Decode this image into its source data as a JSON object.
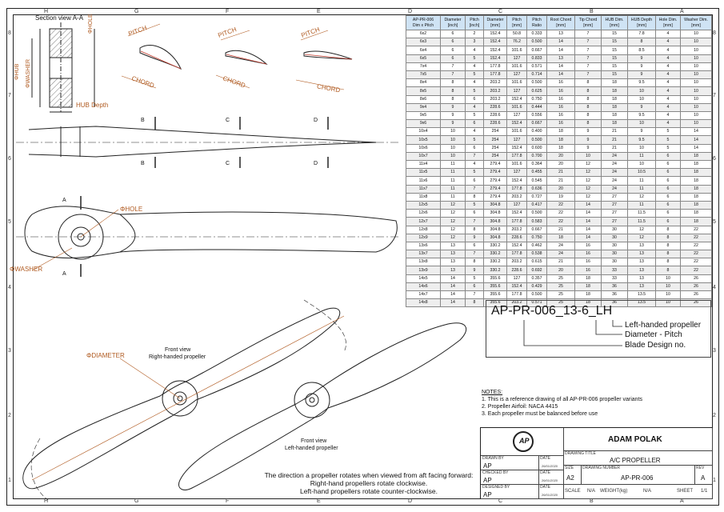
{
  "zones": {
    "top": [
      "H",
      "G",
      "F",
      "E",
      "D",
      "C",
      "B",
      "A"
    ],
    "bottom": [
      "H",
      "G",
      "F",
      "E",
      "D",
      "C",
      "B",
      "A"
    ],
    "left": [
      "8",
      "7",
      "6",
      "5",
      "4",
      "3",
      "2",
      "1"
    ],
    "right": [
      "8",
      "7",
      "6",
      "5",
      "4",
      "3",
      "2",
      "1"
    ]
  },
  "section": {
    "title": "Section view A-A",
    "hole": "ΦHOLE",
    "hub": "ΦHUB",
    "washer": "ΦWASHER",
    "hub_depth": "HUB Depth"
  },
  "airfoil": {
    "pitch": "PITCH",
    "chord": "CHORD"
  },
  "markers": {
    "a": "A",
    "b": "B",
    "c": "C",
    "d": "D"
  },
  "plan": {
    "hole": "ΦHOLE",
    "washer": "ΦWASHER"
  },
  "front": {
    "diameter": "ΦDIAMETER",
    "rh_line1": "Front view",
    "rh_line2": "Right-handed propeller",
    "lh_line1": "Front view",
    "lh_line2": "Left-handed propeller",
    "rotation_title": "The direction a propeller rotates when viewed from aft facing forward:",
    "rotation_rh": "Right-hand propellers rotate clockwise.",
    "rotation_lh": "Left-hand propellers rotate counter-clockwise."
  },
  "table": {
    "headers": [
      [
        "AP-PR-006",
        "Dim x Pitch"
      ],
      [
        "Diameter",
        "[inch]"
      ],
      [
        "Pitch",
        "[inch]"
      ],
      [
        "Diameter",
        "[mm]"
      ],
      [
        "Pitch",
        "[mm]"
      ],
      [
        "Pitch",
        "Ratio"
      ],
      [
        "Root Chord",
        "[mm]"
      ],
      [
        "Tip Chord",
        "[mm]"
      ],
      [
        "HUB Dim.",
        "[mm]"
      ],
      [
        "HUB Depth",
        "[mm]"
      ],
      [
        "Hole Dim.",
        "[mm]"
      ],
      [
        "Washer Dim.",
        "[mm]"
      ]
    ],
    "rows": [
      [
        "6x2",
        "6",
        "2",
        "152.4",
        "50.8",
        "0.333",
        "13",
        "7",
        "15",
        "7.8",
        "4",
        "10"
      ],
      [
        "6x3",
        "6",
        "3",
        "152.4",
        "76.2",
        "0.500",
        "14",
        "7",
        "15",
        "8",
        "4",
        "10"
      ],
      [
        "6x4",
        "6",
        "4",
        "152.4",
        "101.6",
        "0.667",
        "14",
        "7",
        "15",
        "8.5",
        "4",
        "10"
      ],
      [
        "6x5",
        "6",
        "5",
        "152.4",
        "127",
        "0.833",
        "13",
        "7",
        "15",
        "9",
        "4",
        "10"
      ],
      [
        "7x4",
        "7",
        "4",
        "177.8",
        "101.6",
        "0.571",
        "14",
        "7",
        "15",
        "9",
        "4",
        "10"
      ],
      [
        "7x5",
        "7",
        "5",
        "177.8",
        "127",
        "0.714",
        "14",
        "7",
        "15",
        "9",
        "4",
        "10"
      ],
      [
        "8x4",
        "8",
        "4",
        "203.2",
        "101.6",
        "0.500",
        "16",
        "8",
        "18",
        "9.5",
        "4",
        "10"
      ],
      [
        "8x5",
        "8",
        "5",
        "203.2",
        "127",
        "0.625",
        "16",
        "8",
        "18",
        "10",
        "4",
        "10"
      ],
      [
        "8x6",
        "8",
        "6",
        "203.2",
        "152.4",
        "0.750",
        "16",
        "8",
        "18",
        "10",
        "4",
        "10"
      ],
      [
        "9x4",
        "9",
        "4",
        "228.6",
        "101.6",
        "0.444",
        "16",
        "8",
        "18",
        "9",
        "4",
        "10"
      ],
      [
        "9x5",
        "9",
        "5",
        "228.6",
        "127",
        "0.556",
        "16",
        "8",
        "18",
        "9.5",
        "4",
        "10"
      ],
      [
        "9x6",
        "9",
        "6",
        "228.6",
        "152.4",
        "0.667",
        "16",
        "8",
        "18",
        "10",
        "4",
        "10"
      ],
      [
        "10x4",
        "10",
        "4",
        "254",
        "101.6",
        "0.400",
        "18",
        "9",
        "21",
        "9",
        "5",
        "14"
      ],
      [
        "10x5",
        "10",
        "5",
        "254",
        "127",
        "0.500",
        "18",
        "9",
        "21",
        "9.5",
        "5",
        "14"
      ],
      [
        "10x6",
        "10",
        "6",
        "254",
        "152.4",
        "0.600",
        "18",
        "9",
        "21",
        "10",
        "5",
        "14"
      ],
      [
        "10x7",
        "10",
        "7",
        "254",
        "177.8",
        "0.700",
        "20",
        "10",
        "24",
        "11",
        "6",
        "18"
      ],
      [
        "11x4",
        "11",
        "4",
        "279.4",
        "101.6",
        "0.364",
        "20",
        "12",
        "24",
        "10",
        "6",
        "18"
      ],
      [
        "11x5",
        "11",
        "5",
        "279.4",
        "127",
        "0.455",
        "21",
        "12",
        "24",
        "10.5",
        "6",
        "18"
      ],
      [
        "11x6",
        "11",
        "6",
        "279.4",
        "152.4",
        "0.545",
        "21",
        "12",
        "24",
        "11",
        "6",
        "18"
      ],
      [
        "11x7",
        "11",
        "7",
        "279.4",
        "177.8",
        "0.636",
        "20",
        "12",
        "24",
        "11",
        "6",
        "18"
      ],
      [
        "11x8",
        "11",
        "8",
        "279.4",
        "203.2",
        "0.727",
        "19",
        "12",
        "27",
        "12",
        "6",
        "18"
      ],
      [
        "12x5",
        "12",
        "5",
        "304.8",
        "127",
        "0.417",
        "22",
        "14",
        "27",
        "11",
        "6",
        "18"
      ],
      [
        "12x6",
        "12",
        "6",
        "304.8",
        "152.4",
        "0.500",
        "22",
        "14",
        "27",
        "11.5",
        "6",
        "18"
      ],
      [
        "12x7",
        "12",
        "7",
        "304.8",
        "177.8",
        "0.583",
        "22",
        "14",
        "27",
        "11.5",
        "6",
        "18"
      ],
      [
        "12x8",
        "12",
        "8",
        "304.8",
        "203.2",
        "0.667",
        "21",
        "14",
        "30",
        "12",
        "8",
        "22"
      ],
      [
        "12x9",
        "12",
        "9",
        "304.8",
        "228.6",
        "0.750",
        "18",
        "14",
        "30",
        "12",
        "8",
        "22"
      ],
      [
        "13x6",
        "13",
        "6",
        "330.2",
        "152.4",
        "0.462",
        "24",
        "16",
        "30",
        "13",
        "8",
        "22"
      ],
      [
        "13x7",
        "13",
        "7",
        "330.2",
        "177.8",
        "0.538",
        "24",
        "16",
        "30",
        "13",
        "8",
        "22"
      ],
      [
        "13x8",
        "13",
        "8",
        "330.2",
        "203.2",
        "0.615",
        "21",
        "16",
        "30",
        "13",
        "8",
        "22"
      ],
      [
        "13x9",
        "13",
        "9",
        "330.2",
        "228.6",
        "0.692",
        "20",
        "16",
        "33",
        "13",
        "8",
        "22"
      ],
      [
        "14x5",
        "14",
        "5",
        "355.6",
        "127",
        "0.357",
        "25",
        "18",
        "33",
        "13",
        "10",
        "26"
      ],
      [
        "14x6",
        "14",
        "6",
        "355.6",
        "152.4",
        "0.429",
        "25",
        "18",
        "36",
        "13",
        "10",
        "26"
      ],
      [
        "14x7",
        "14",
        "7",
        "355.6",
        "177.8",
        "0.500",
        "25",
        "18",
        "36",
        "13.5",
        "10",
        "26"
      ],
      [
        "14x8",
        "14",
        "8",
        "355.6",
        "203.2",
        "0.571",
        "25",
        "18",
        "36",
        "13.5",
        "10",
        "26"
      ]
    ]
  },
  "code": {
    "part": "AP-PR-006_13-6_LH",
    "lh": "Left-handed propeller",
    "dim": "Diameter - Pitch",
    "design": "Blade Design no."
  },
  "notes": {
    "title": "NOTES:",
    "items": [
      "1. This is a reference drawing of all AP-PR-006 propeller variants",
      "2. Propeller Airfoil: NACA 4415",
      "3. Each propeller must be balanced before use"
    ]
  },
  "titleblock": {
    "company": "ADAM POLAK",
    "drawing_title_label": "DRAWING TITLE",
    "drawing_title": "A/C PROPELLER",
    "drawn_by_label": "DRAWN BY",
    "drawn_by": "AP",
    "checked_by_label": "CHECKED BY",
    "checked_by": "AP",
    "designed_by_label": "DESIGNED BY",
    "designed_by": "AP",
    "date_label": "DATE",
    "date1": "26/01/2020",
    "date2": "26/01/2020",
    "date3": "26/01/2020",
    "size_label": "SIZE",
    "size": "A2",
    "drawing_number_label": "DRAWING NUMBER",
    "drawing_number": "AP-PR-006",
    "rev_label": "REV",
    "rev": "A",
    "scale_label": "SCALE",
    "scale": "N/A",
    "weight_label": "WEIGHT(kg)",
    "weight": "N/A",
    "sheet_label": "SHEET",
    "sheet": "1/1",
    "logo_letter": "AP"
  }
}
